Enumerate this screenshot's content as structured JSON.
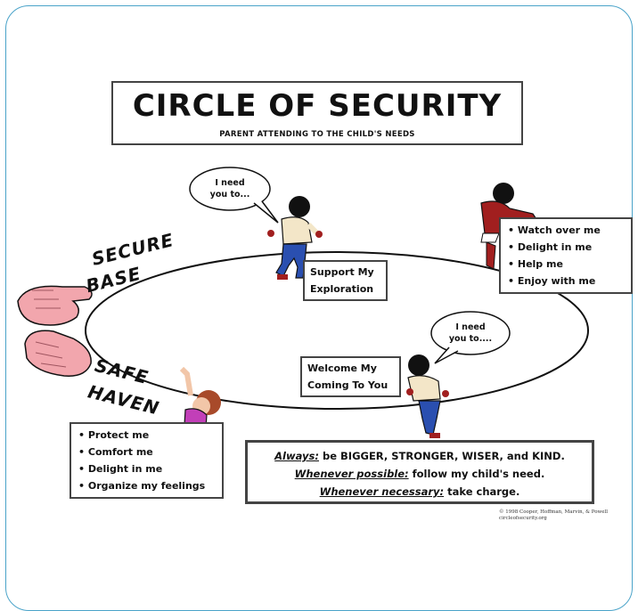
{
  "title": "CIRCLE OF SECURITY",
  "subtitle": "PARENT ATTENDING TO THE CHILD'S NEEDS",
  "secure_base": [
    "SECURE",
    "BASE"
  ],
  "safe_haven": [
    "SAFE",
    "HAVEN"
  ],
  "bubble_top": [
    "I need",
    "you to..."
  ],
  "bubble_right": [
    "I need",
    "you to...."
  ],
  "support_box": [
    "Support My",
    "Exploration"
  ],
  "welcome_box": [
    "Welcome My",
    "Coming To You"
  ],
  "watch_list": [
    "Watch over me",
    "Delight in me",
    "Help me",
    "Enjoy with me"
  ],
  "protect_list": [
    "Protect me",
    "Comfort me",
    "Delight in me",
    "Organize my feelings"
  ],
  "bottom": {
    "line1_label": "Always:",
    "line1_text": " be BIGGER, STRONGER, WISER, and KIND.",
    "line2_label": "Whenever possible:",
    "line2_text": " follow my child's need.",
    "line3_label": "Whenever necessary:",
    "line3_text": " take charge."
  },
  "copyright": [
    "© 1998 Cooper, Hoffman, Marvin, & Powell",
    "circleofsecurity.org"
  ],
  "colors": {
    "frame": "#4aa3c9",
    "hands": "#f2a6ad",
    "child_shirt": "#f3e6c8",
    "child_pants": "#2a4fb0",
    "red_child": "#a11f1f",
    "pink_child": "#c23fb8"
  }
}
